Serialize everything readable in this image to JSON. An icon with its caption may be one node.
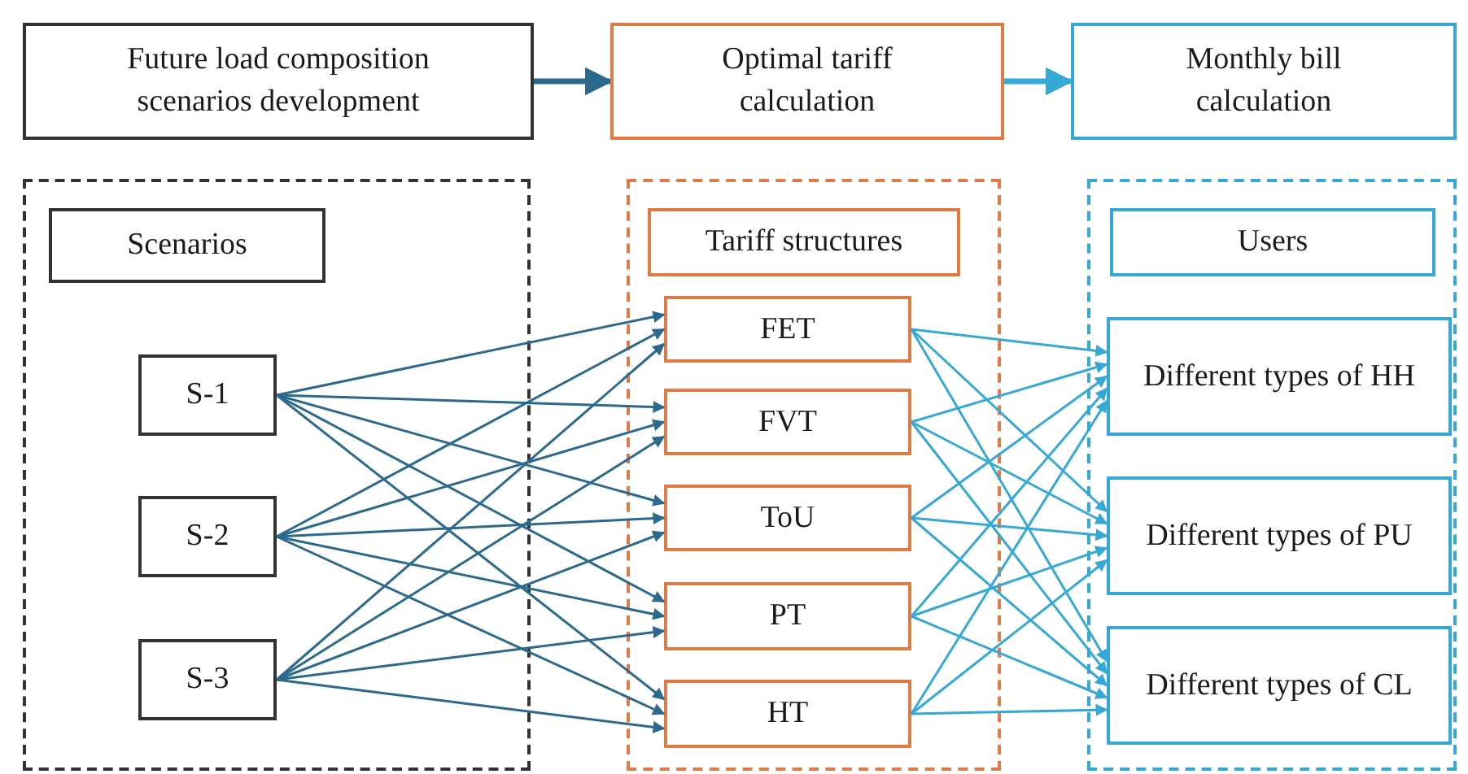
{
  "diagram": {
    "nodes": [
      {
        "text": [
          "Future load composition scenarios development"
        ]
      },
      {
        "text": [
          "Optimal tariff calculation"
        ]
      },
      {
        "text": [
          "Monthly bill calculation"
        ]
      },
      {
        "text": [],
        "shape": "box"
      },
      {
        "text": [
          "Scenarios"
        ],
        "in": 3
      },
      {
        "text": [
          "S-1"
        ],
        "in": 3
      },
      {
        "text": [
          "S-2"
        ],
        "in": 3
      },
      {
        "text": [
          "S-3"
        ],
        "in": 3
      },
      {
        "text": [],
        "shape": "box"
      },
      {
        "text": [
          "Tariff structures"
        ],
        "in": 8
      },
      {
        "text": [
          "FET"
        ],
        "in": 8
      },
      {
        "text": [
          "FVT"
        ],
        "in": 8
      },
      {
        "text": [
          "ToU"
        ],
        "in": 8
      },
      {
        "text": [
          "PT"
        ],
        "in": 8
      },
      {
        "text": [
          "HT"
        ],
        "in": 8
      },
      {
        "text": [],
        "shape": "box"
      },
      {
        "text": [
          "Users"
        ],
        "in": 15
      },
      {
        "text": [
          "Different types of HH"
        ],
        "in": 15
      },
      {
        "text": [
          "Different types of PU"
        ],
        "in": 15
      },
      {
        "text": [
          "Different types of CL"
        ],
        "in": 15
      }
    ],
    "edges": [
      {
        "from": 0,
        "to": 1,
        "arrow": "to",
        "style": "thick"
      },
      {
        "from": 1,
        "to": 2,
        "arrow": "to",
        "style": "thick",
        "color": "#35a9d6"
      },
      {
        "from": 5,
        "to": 10,
        "arrow": "to"
      },
      {
        "from": 5,
        "to": 11,
        "arrow": "to"
      },
      {
        "from": 5,
        "to": 12,
        "arrow": "to"
      },
      {
        "from": 5,
        "to": 13,
        "arrow": "to"
      },
      {
        "from": 5,
        "to": 14,
        "arrow": "to"
      },
      {
        "from": 6,
        "to": 10,
        "arrow": "to"
      },
      {
        "from": 6,
        "to": 11,
        "arrow": "to"
      },
      {
        "from": 6,
        "to": 12,
        "arrow": "to"
      },
      {
        "from": 6,
        "to": 13,
        "arrow": "to"
      },
      {
        "from": 6,
        "to": 14,
        "arrow": "to"
      },
      {
        "from": 7,
        "to": 10,
        "arrow": "to"
      },
      {
        "from": 7,
        "to": 11,
        "arrow": "to"
      },
      {
        "from": 7,
        "to": 12,
        "arrow": "to"
      },
      {
        "from": 7,
        "to": 13,
        "arrow": "to"
      },
      {
        "from": 7,
        "to": 14,
        "arrow": "to"
      },
      {
        "from": 10,
        "to": 17,
        "arrow": "to",
        "color": "#35a9d6"
      },
      {
        "from": 10,
        "to": 18,
        "arrow": "to",
        "color": "#35a9d6"
      },
      {
        "from": 10,
        "to": 19,
        "arrow": "to",
        "color": "#35a9d6"
      },
      {
        "from": 11,
        "to": 17,
        "arrow": "to",
        "color": "#35a9d6"
      },
      {
        "from": 11,
        "to": 18,
        "arrow": "to",
        "color": "#35a9d6"
      },
      {
        "from": 11,
        "to": 19,
        "arrow": "to",
        "color": "#35a9d6"
      },
      {
        "from": 12,
        "to": 17,
        "arrow": "to",
        "color": "#35a9d6"
      },
      {
        "from": 12,
        "to": 18,
        "arrow": "to",
        "color": "#35a9d6"
      },
      {
        "from": 12,
        "to": 19,
        "arrow": "to",
        "color": "#35a9d6"
      },
      {
        "from": 13,
        "to": 17,
        "arrow": "to",
        "color": "#35a9d6"
      },
      {
        "from": 13,
        "to": 18,
        "arrow": "to",
        "color": "#35a9d6"
      },
      {
        "from": 13,
        "to": 19,
        "arrow": "to",
        "color": "#35a9d6"
      },
      {
        "from": 14,
        "to": 17,
        "arrow": "to",
        "color": "#35a9d6"
      },
      {
        "from": 14,
        "to": 18,
        "arrow": "to",
        "color": "#35a9d6"
      },
      {
        "from": 14,
        "to": 19,
        "arrow": "to",
        "color": "#35a9d6"
      }
    ]
  }
}
